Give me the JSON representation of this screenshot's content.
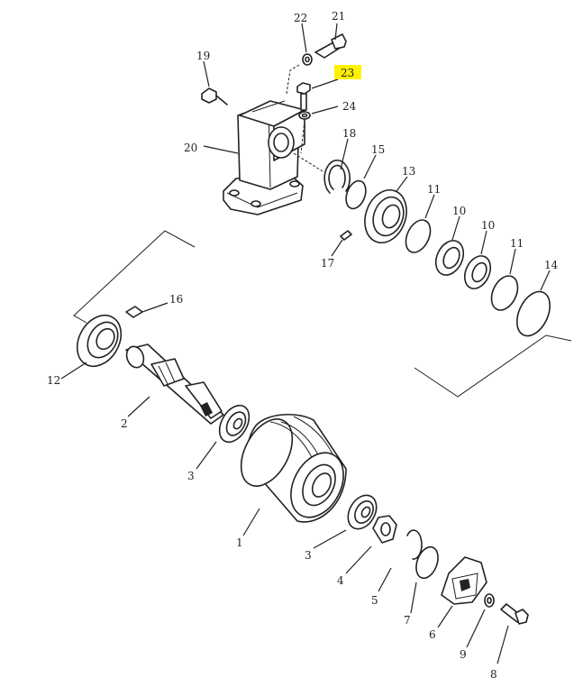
{
  "diagram": {
    "highlight_color": "#fff200",
    "highlighted_callout": "23",
    "callouts": [
      {
        "id": "c1",
        "text": "1"
      },
      {
        "id": "c2",
        "text": "2"
      },
      {
        "id": "c3a",
        "text": "3"
      },
      {
        "id": "c3b",
        "text": "3"
      },
      {
        "id": "c4",
        "text": "4"
      },
      {
        "id": "c5",
        "text": "5"
      },
      {
        "id": "c6",
        "text": "6"
      },
      {
        "id": "c7",
        "text": "7"
      },
      {
        "id": "c8",
        "text": "8"
      },
      {
        "id": "c9",
        "text": "9"
      },
      {
        "id": "c10a",
        "text": "10"
      },
      {
        "id": "c10b",
        "text": "10"
      },
      {
        "id": "c11a",
        "text": "11"
      },
      {
        "id": "c11b",
        "text": "11"
      },
      {
        "id": "c12",
        "text": "12"
      },
      {
        "id": "c13",
        "text": "13"
      },
      {
        "id": "c14",
        "text": "14"
      },
      {
        "id": "c15",
        "text": "15"
      },
      {
        "id": "c16",
        "text": "16"
      },
      {
        "id": "c17",
        "text": "17"
      },
      {
        "id": "c18",
        "text": "18"
      },
      {
        "id": "c19",
        "text": "19"
      },
      {
        "id": "c20",
        "text": "20"
      },
      {
        "id": "c21",
        "text": "21"
      },
      {
        "id": "c22",
        "text": "22"
      },
      {
        "id": "c23",
        "text": "23"
      },
      {
        "id": "c24",
        "text": "24"
      }
    ]
  }
}
